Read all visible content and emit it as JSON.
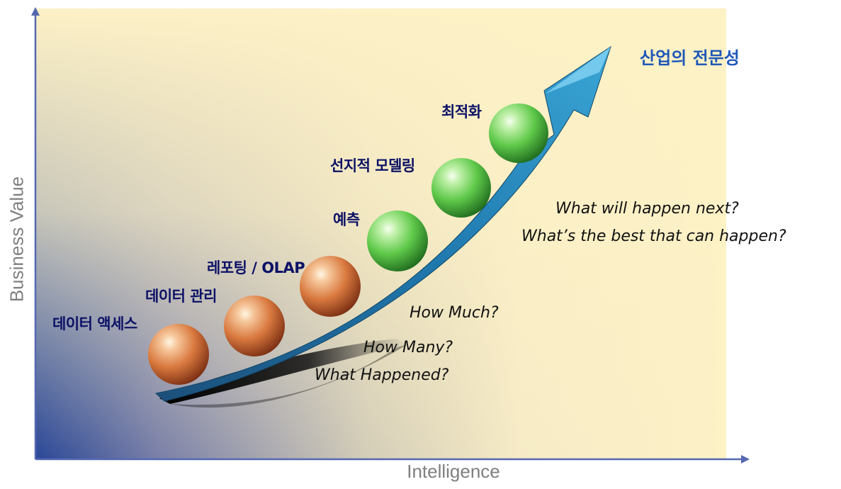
{
  "axes": {
    "y_label": "Business Value",
    "x_label": "Intelligence"
  },
  "top_label": "산업의 전문성",
  "stages": [
    {
      "label": "데이터 액세스",
      "color": "orange"
    },
    {
      "label": "데이터 관리",
      "color": "orange"
    },
    {
      "label": "레포팅 / OLAP",
      "color": "orange"
    },
    {
      "label": "예측",
      "color": "green"
    },
    {
      "label": "선지적 모델링",
      "color": "green"
    },
    {
      "label": "최적화",
      "color": "green"
    }
  ],
  "questions": {
    "what_happened": "What Happened?",
    "how_many": "How Many?",
    "how_much": "How Much?",
    "what_next": "What will happen next?",
    "best": "What’s the best that can happen?"
  },
  "colors": {
    "arrow": "#1a6fa5",
    "background_top": "#fdf0c4",
    "background_bottom": "#2c4a9b",
    "axis": "#5568b0",
    "label_dark": "#0b1166",
    "label_accent": "#1f58b8"
  }
}
